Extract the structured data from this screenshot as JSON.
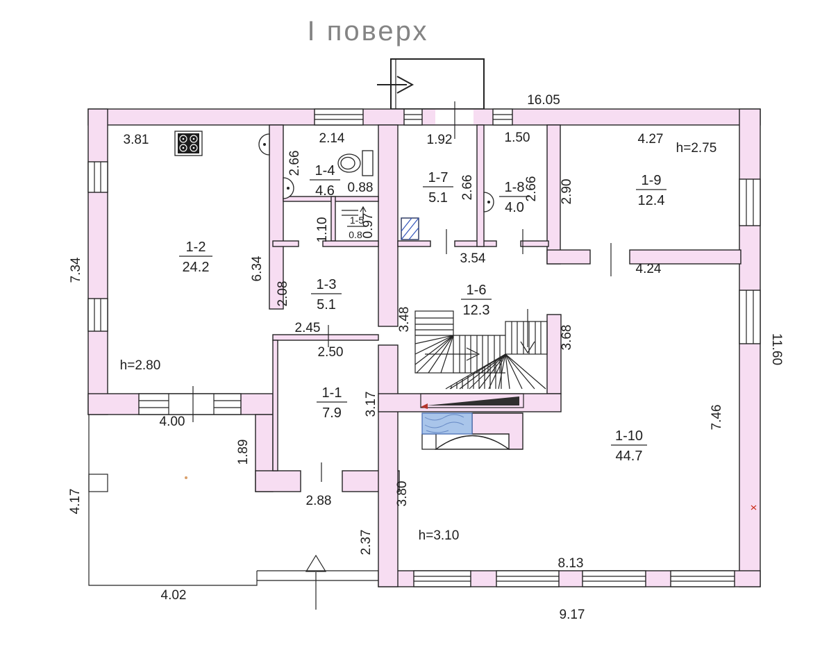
{
  "title": "І поверх",
  "colors": {
    "wall": "#f7ddf2",
    "line": "#232323",
    "ink": "#1e1e1e",
    "blue": "#a9c5ea",
    "blue_line": "#4a6fb5",
    "dark": "#2f2f2f",
    "red": "#b4342c"
  },
  "rooms": {
    "r1": {
      "id": "1-1",
      "area": "7.9"
    },
    "r2": {
      "id": "1-2",
      "area": "24.2"
    },
    "r3": {
      "id": "1-3",
      "area": "5.1"
    },
    "r4": {
      "id": "1-4",
      "area": "4.6"
    },
    "r5": {
      "id": "1-5",
      "area": "0.8"
    },
    "r6": {
      "id": "1-6",
      "area": "12.3"
    },
    "r7": {
      "id": "1-7",
      "area": "5.1"
    },
    "r8": {
      "id": "1-8",
      "area": "4.0"
    },
    "r9": {
      "id": "1-9",
      "area": "12.4"
    },
    "r10": {
      "id": "1-10",
      "area": "44.7"
    }
  },
  "heights": {
    "r2": "h=2.80",
    "r9": "h=2.75",
    "r10": "h=3.10"
  },
  "dims": {
    "top_total": "16.05",
    "r2_w": "3.81",
    "r2_h": "6.34",
    "left_total": "7.34",
    "r4_w": "2.14",
    "r4_h": "2.66",
    "r4_d": "0.88",
    "lobby_w": "1.10",
    "r5_h": "0.97",
    "r7_w": "1.92",
    "r7_h": "2.66",
    "r8_w": "1.50",
    "r8_h": "2.66",
    "r9_w": "4.27",
    "r9_h": "2.90",
    "r3_w": "2.45",
    "r3_h": "2.08",
    "r6_w": "3.54",
    "r6_h": "3.48",
    "r1_w": "2.50",
    "r1_h": "3.17",
    "r10_top": "4.24",
    "r10_left": "3.68",
    "r10_right": "7.46",
    "r2_win": "4.00",
    "passage": "1.89",
    "r1_door": "2.88",
    "terrace_h": "4.17",
    "terrace_w": "4.02",
    "hall_w": "2.37",
    "hall_left": "3.80",
    "bottom_win": "8.13",
    "bottom_total": "9.17",
    "right_total": "11.60"
  }
}
